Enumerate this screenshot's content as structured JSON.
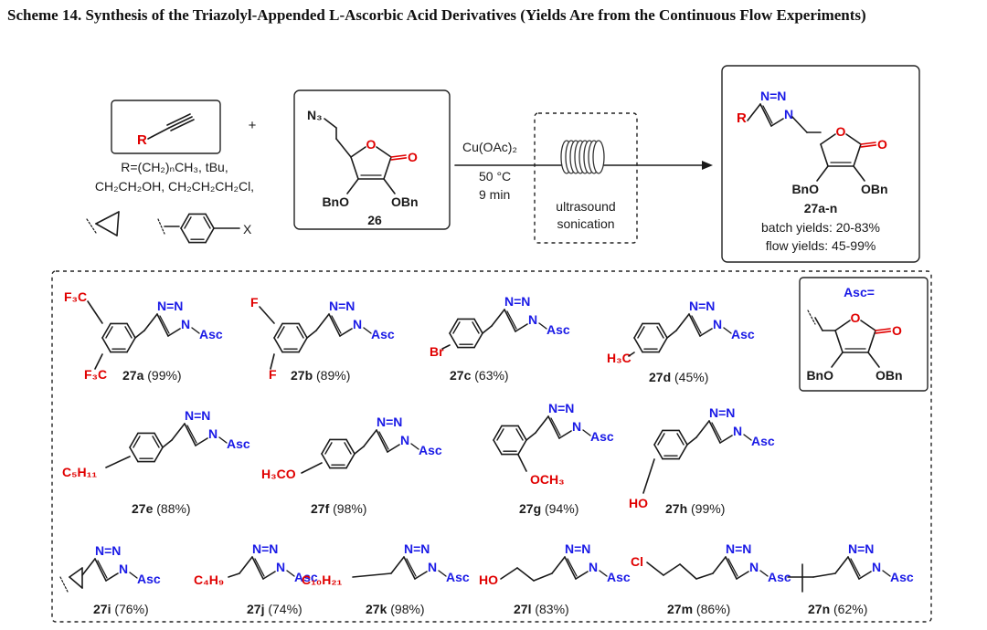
{
  "title": "Scheme 14. Synthesis of the Triazolyl-Appended L-Ascorbic Acid Derivatives (Yields Are from the Continuous Flow Experiments)",
  "colors": {
    "red": "#e8141e",
    "blue": "#1a1ae6",
    "black": "#1a1a1a"
  },
  "reaction": {
    "alkyne_r": "R",
    "plus": "+",
    "r_def_line1": "R=(CH₂)ₙCH₃, tBu,",
    "r_def_line2": "CH₂CH₂OH, CH₂CH₂CH₂Cl,",
    "x_label": "X",
    "azide_label": "N₃",
    "compound_26": "26",
    "reagent": "Cu(OAc)₂",
    "temp": "50 °C",
    "time": "9 min",
    "flow_line1": "ultrasound",
    "flow_line2": "sonication",
    "product_id": "27a-n",
    "batch_yields": "batch yields: 20-83%",
    "flow_yields": "flow yields: 45-99%"
  },
  "atoms": {
    "n_triazole": "N=N",
    "n": "N",
    "o": "O",
    "bno": "BnO",
    "obn": "OBn",
    "asc": "Asc",
    "asc_def": "Asc="
  },
  "products": [
    {
      "id": "27a",
      "yield": "(99%)",
      "subst": [
        "F₃C",
        "F₃C"
      ]
    },
    {
      "id": "27b",
      "yield": "(89%)",
      "subst": [
        "F",
        "F"
      ]
    },
    {
      "id": "27c",
      "yield": "(63%)",
      "subst": [
        "Br"
      ]
    },
    {
      "id": "27d",
      "yield": "(45%)",
      "subst": [
        "H₃C"
      ]
    },
    {
      "id": "27e",
      "yield": "(88%)",
      "subst": [
        "C₅H₁₁"
      ]
    },
    {
      "id": "27f",
      "yield": "(98%)",
      "subst": [
        "H₃CO"
      ]
    },
    {
      "id": "27g",
      "yield": "(94%)",
      "subst": [
        "OCH₃"
      ]
    },
    {
      "id": "27h",
      "yield": "(99%)",
      "subst": [
        "HO"
      ]
    },
    {
      "id": "27i",
      "yield": "(76%)",
      "subst": []
    },
    {
      "id": "27j",
      "yield": "(74%)",
      "subst": [
        "C₄H₉"
      ]
    },
    {
      "id": "27k",
      "yield": "(98%)",
      "subst": [
        "C₁₀H₂₁"
      ]
    },
    {
      "id": "27l",
      "yield": "(83%)",
      "subst": [
        "HO"
      ]
    },
    {
      "id": "27m",
      "yield": "(86%)",
      "subst": [
        "Cl"
      ]
    },
    {
      "id": "27n",
      "yield": "(62%)",
      "subst": []
    }
  ]
}
